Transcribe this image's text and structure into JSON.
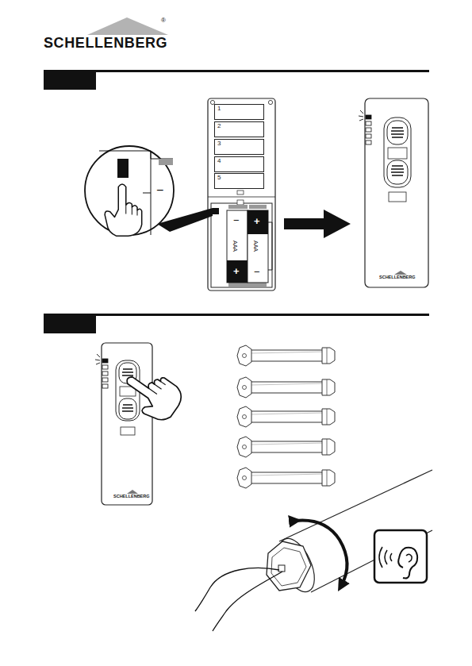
{
  "diagram": {
    "nodes": [
      {
        "text": [
          "1"
        ]
      },
      {
        "text": [
          "2"
        ]
      },
      {
        "text": [
          "3"
        ]
      },
      {
        "text": [
          "4"
        ]
      },
      {
        "text": [
          "5"
        ]
      }
    ],
    "labels": [
      "SCHELLENBERG",
      "®",
      "−",
      "−",
      "+",
      "AAA",
      "AAA",
      "+",
      "−",
      "SCHELLENBERG",
      "SCHELLENBERG"
    ]
  }
}
